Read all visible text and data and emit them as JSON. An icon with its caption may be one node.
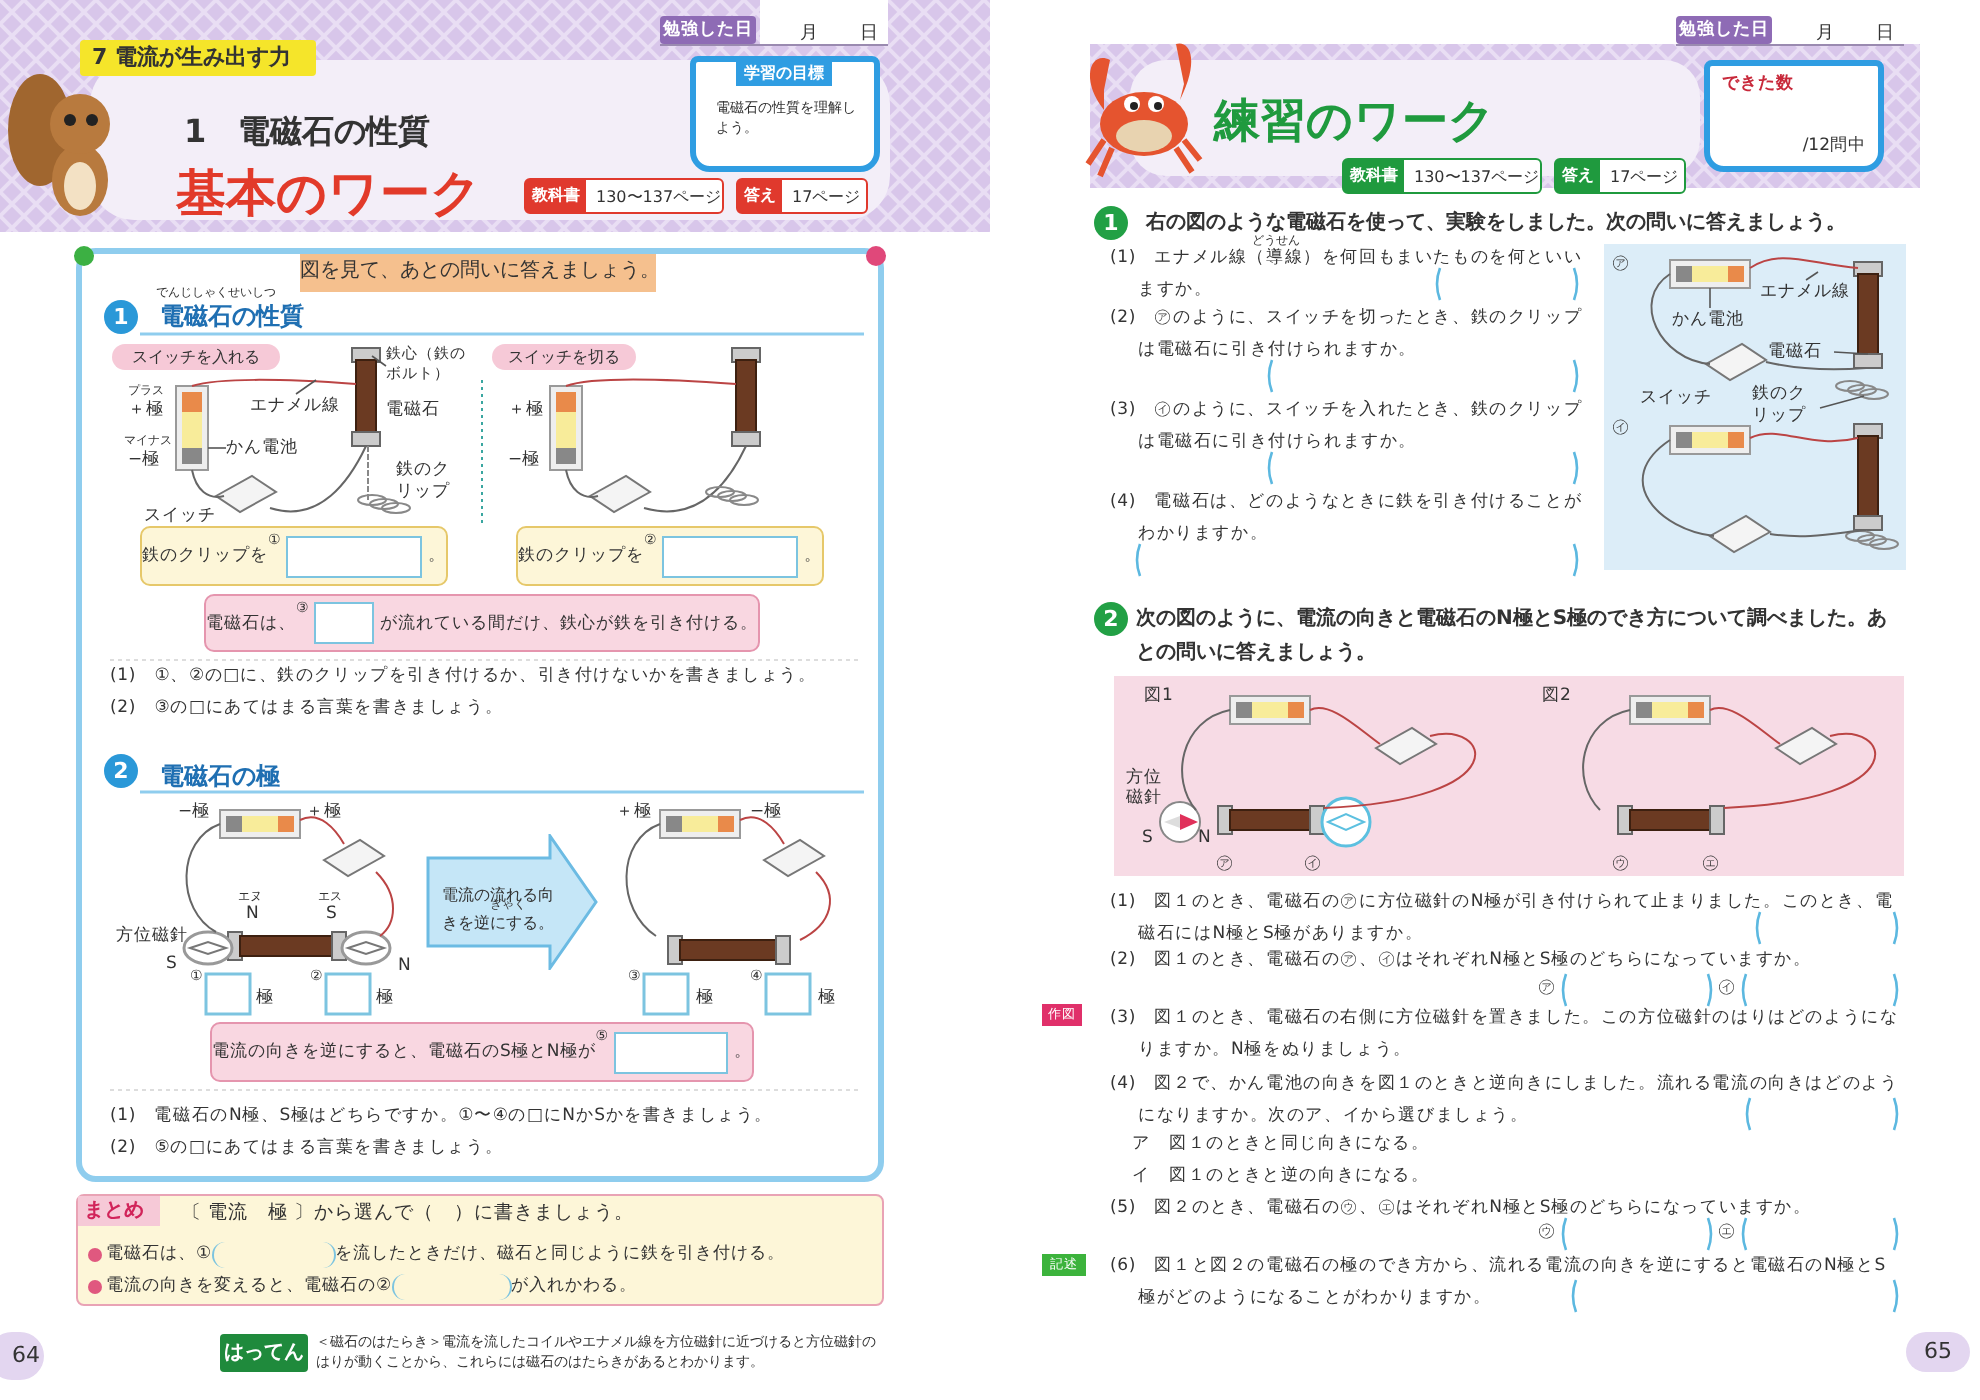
{
  "diagram": {
    "nodes": [
      {
        "text": [
          "7 電流が生み出す力"
        ]
      },
      {
        "text": [
          "勉強した日",
          "月",
          "日"
        ]
      },
      {
        "text": [
          "学習の目標",
          "電磁石の性質を理解しよう。"
        ]
      },
      {
        "text": [
          "教科書",
          "130〜137ページ"
        ]
      },
      {
        "text": [
          "答え",
          "17ページ"
        ]
      },
      {
        "text": [],
        "shape": "box"
      },
      {
        "text": [
          "図を見て、あとの問いに答えましょう。"
        ],
        "in": 5
      },
      {
        "text": [
          "1"
        ],
        "in": 5,
        "beside": [
          "電磁石の性質"
        ]
      },
      {
        "text": [
          "スイッチを入れる"
        ],
        "in": 5
      },
      {
        "text": [
          "スイッチを切る"
        ],
        "in": 5
      },
      {
        "text": [
          "鉄のクリップを",
          "①",
          "。"
        ],
        "in": 5
      },
      {
        "text": [
          "鉄のクリップを",
          "②",
          "。"
        ],
        "in": 5
      },
      {
        "text": [
          "電磁石は、",
          "③",
          "が流れている間だけ、鉄心が鉄を引き付ける。"
        ],
        "in": 5
      },
      {
        "text": [
          "2"
        ],
        "in": 5,
        "beside": [
          "電磁石の極"
        ]
      },
      {
        "text": [
          "電流の流れる向きを逆にする。"
        ],
        "in": 5
      },
      {
        "text": [
          "電流の向きを逆にすると、電磁石のS極とN極が",
          "⑤",
          "。"
        ],
        "in": 5
      },
      {
        "text": [
          "まとめ",
          "〔 電流　極 〕から選んで（　）に書きましょう。",
          "電磁石は、①",
          "を流したときだけ、磁石と同じように鉄を引き付ける。",
          "電流の向きを変えると、電磁石の②",
          "が入れかわる。"
        ]
      },
      {
        "text": [
          "はってん"
        ],
        "beside": [
          "＜磁石のはたらき＞電流を流したコイルやエナメル線を方位磁針に近づけると方位磁針のはりが動くことから、これらには磁石のはたらきがあるとわかります。"
        ]
      },
      {
        "text": [
          "64"
        ]
      },
      {
        "text": [
          "鉄心（鉄のボルト）"
        ],
        "in": 5
      },
      {
        "text": [
          "エナメル線"
        ],
        "in": 5
      },
      {
        "text": [
          "かん電池"
        ],
        "in": 5
      },
      {
        "text": [
          "勉強した日",
          "月",
          "日"
        ]
      },
      {
        "text": [
          "できた数",
          "/12問中"
        ]
      },
      {
        "text": [
          "教科書",
          "130〜137ページ"
        ]
      },
      {
        "text": [
          "答え",
          "17ページ"
        ]
      },
      {
        "text": [
          "1"
        ],
        "beside": [
          "右の図のような電磁石を使って、実験をしました。次の問いに答えましょう。"
        ]
      },
      {
        "text": [],
        "shape": "box"
      },
      {
        "text": [
          "かん電池"
        ],
        "in": 27
      },
      {
        "text": [
          "エナメル線"
        ],
        "in": 27
      },
      {
        "text": [
          "電磁石"
        ],
        "in": 27
      },
      {
        "text": [
          "鉄のクリップ"
        ],
        "in": 27
      },
      {
        "text": [
          "2"
        ],
        "beside": [
          "次の図のように、電流の向きと電磁石のN極とS極のでき方について調べました。あとの問いに答えましょう。"
        ]
      },
      {
        "text": [],
        "shape": "box"
      },
      {
        "text": [
          "作図"
        ]
      },
      {
        "text": [
          "記述"
        ]
      },
      {
        "text": [
          "65"
        ]
      }
    ],
    "edges": [
      {
        "from": 19,
        "to": null,
        "arrow": "none"
      },
      {
        "from": 20,
        "to": null,
        "arrow": "none"
      },
      {
        "from": 21,
        "to": null,
        "arrow": "none"
      },
      {
        "from": 28,
        "to": null,
        "arrow": "none"
      },
      {
        "from": 29,
        "to": null,
        "arrow": "none"
      },
      {
        "from": 30,
        "to": null,
        "arrow": "none"
      },
      {
        "from": 31,
        "to": null,
        "arrow": "none"
      }
    ],
    "labels": [
      "1　電磁石の性質",
      "基本のワーク",
      "でんじしゃく",
      "せいしつ",
      "プラス",
      "＋極",
      "マイナス",
      "−極",
      "スイッチ",
      "電磁石",
      "鉄のクリップ",
      "＋極",
      "−極",
      "(1)　①、②の□に、鉄のクリップを引き付けるか、引き付けないかを書きましょう。",
      "(2)　③の□にあてはまる言葉を書きましょう。",
      "−極",
      "＋極",
      "方位磁針",
      "エヌ",
      "N",
      "エス",
      "S",
      "S",
      "N",
      "①",
      "極",
      "②",
      "極",
      "＋極",
      "−極",
      "③",
      "極",
      "④",
      "極",
      "ぎゃく",
      "(1)　電磁石のN極、S極はどちらですか。①〜④の□にNかSかを書きましょう。",
      "(2)　⑤の□にあてはまる言葉を書きましょう。",
      "練習のワーク",
      "どうせん",
      "(1)　エナメル線（導線）を何回もまいたものを何といいますか。",
      "(2)　㋐のように、スイッチを切ったとき、鉄のクリップは電磁石に引き付けられますか。",
      "(3)　㋑のように、スイッチを入れたとき、鉄のクリップは電磁石に引き付けられますか。",
      "(4)　電磁石は、どのようなときに鉄を引き付けることがわかりますか。",
      "㋐",
      "スイッチ",
      "㋑",
      "図1",
      "図2",
      "方位磁針",
      "S",
      "N",
      "㋐",
      "㋑",
      "㋒",
      "㋓",
      "(1)　図１のとき、電磁石の㋐に方位磁針のN極が引き付けられて止まりました。このとき、電磁石にはN極とS極がありますか。",
      "(2)　図１のとき、電磁石の㋐、㋑はそれぞれN極とS極のどちらになっていますか。",
      "㋐",
      "㋑",
      "(3)　図１のとき、電磁石の右側に方位磁針を置きました。この方位磁針のはりはどのようになりますか。N極をぬりましょう。",
      "(4)　図２で、かん電池の向きを図１のときと逆向きにしました。流れる電流の向きはどのようになりますか。次のア、イから選びましょう。",
      "ア　図１のときと同じ向きになる。",
      "イ　図１のときと逆の向きになる。",
      "(5)　図２のとき、電磁石の㋒、㋓はそれぞれN極とS極のどちらになっていますか。",
      "㋒",
      "㋓",
      "(6)　図１と図２の電磁石の極のでき方から、流れる電流の向きを逆にすると電磁石のN極とS極がどのようになることがわかりますか。"
    ]
  }
}
